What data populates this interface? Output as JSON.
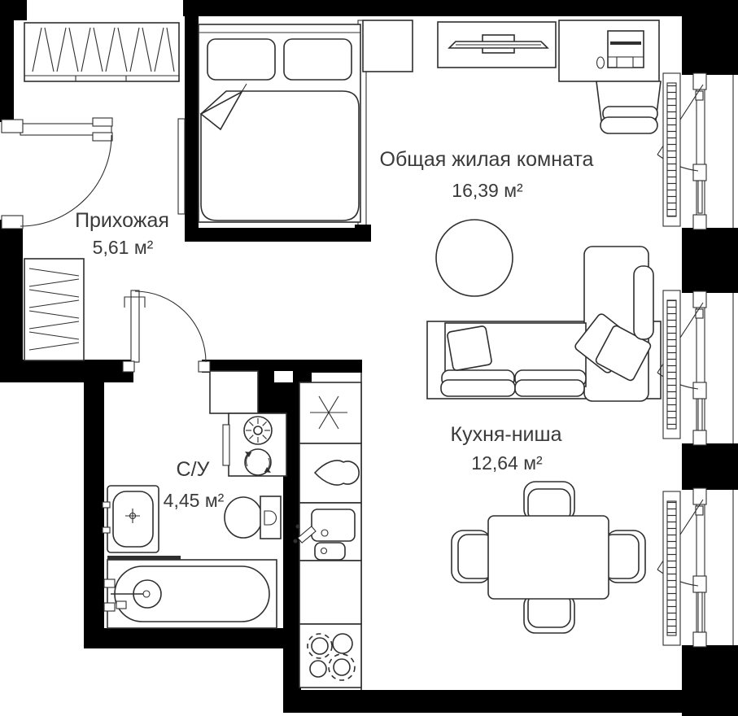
{
  "colors": {
    "wall": "#000000",
    "line": "#2f2f2f",
    "text": "#3a3a3a",
    "background": "#ffffff"
  },
  "rooms": {
    "hallway": {
      "name": "Прихожая",
      "area": "5,61 м²"
    },
    "living_room": {
      "name": "Общая жилая комната",
      "area": "16,39 м²"
    },
    "bathroom": {
      "name": "С/У",
      "area": "4,45 м²"
    },
    "kitchen": {
      "name": "Кухня-ниша",
      "area": "12,64 м²"
    }
  },
  "furniture_icons": [
    "entry-wardrobe-hangers-icon",
    "hall-closet-hangers-icon",
    "entrance-door-icon",
    "double-bed-icon",
    "nightstand-icon",
    "tv-stand-icon",
    "desk-icon",
    "desk-chair-icon",
    "window-icon",
    "radiator-icon",
    "round-table-icon",
    "corner-sofa-icon",
    "dining-table-icon",
    "dining-chair-icon",
    "fridge-snowflake-icon",
    "boiler-drop-icon",
    "kitchen-sink-icon",
    "stove-burners-icon",
    "washing-machine-icon",
    "toilet-icon",
    "bathroom-sink-icon",
    "bathtub-icon",
    "bathroom-door-icon"
  ]
}
